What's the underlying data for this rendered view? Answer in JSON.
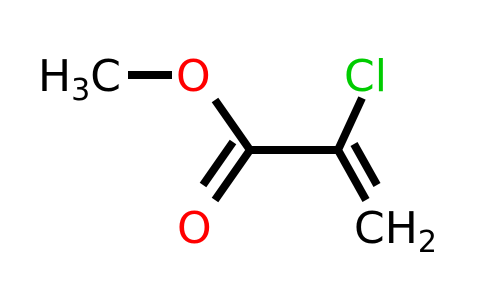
{
  "molecule": {
    "colors": {
      "bond": "#000000",
      "carbon_label": "#000000",
      "oxygen": "#ff0000",
      "chlorine": "#00cc00"
    },
    "atoms": {
      "methyl": {
        "main": "H",
        "sub": "3",
        "tail": "C"
      },
      "ester_oxygen": "O",
      "carbonyl_oxygen": "O",
      "chlorine": "Cl",
      "methylene": {
        "main": "CH",
        "sub": "2"
      }
    }
  }
}
